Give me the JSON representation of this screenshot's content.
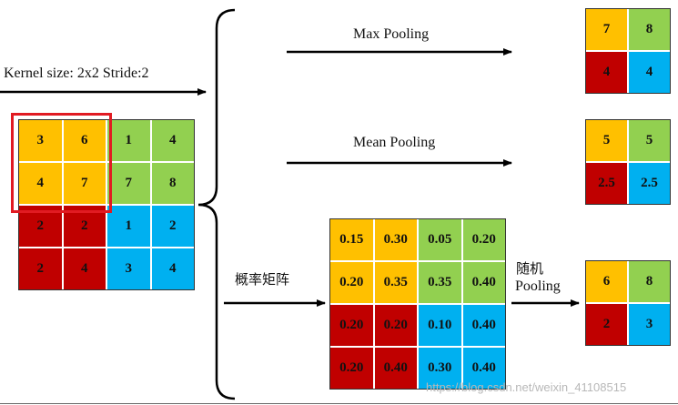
{
  "labels": {
    "kernel": "Kernel size: 2x2 Stride:2",
    "max_pooling": "Max Pooling",
    "mean_pooling": "Mean Pooling",
    "prob_matrix": "概率矩阵",
    "random_pooling_line1": "随机",
    "random_pooling_line2": "Pooling"
  },
  "colors": {
    "yellow": "#ffc000",
    "green": "#92d050",
    "red": "#c00000",
    "blue": "#00b0f0",
    "kernel_border": "#e11b22"
  },
  "input_matrix": [
    [
      {
        "v": "3",
        "c": "yellow"
      },
      {
        "v": "6",
        "c": "yellow"
      },
      {
        "v": "1",
        "c": "green"
      },
      {
        "v": "4",
        "c": "green"
      }
    ],
    [
      {
        "v": "4",
        "c": "yellow"
      },
      {
        "v": "7",
        "c": "yellow"
      },
      {
        "v": "7",
        "c": "green"
      },
      {
        "v": "8",
        "c": "green"
      }
    ],
    [
      {
        "v": "2",
        "c": "red"
      },
      {
        "v": "2",
        "c": "red"
      },
      {
        "v": "1",
        "c": "blue"
      },
      {
        "v": "2",
        "c": "blue"
      }
    ],
    [
      {
        "v": "2",
        "c": "red"
      },
      {
        "v": "4",
        "c": "red"
      },
      {
        "v": "3",
        "c": "blue"
      },
      {
        "v": "4",
        "c": "blue"
      }
    ]
  ],
  "prob_matrix": [
    [
      {
        "v": "0.15",
        "c": "yellow"
      },
      {
        "v": "0.30",
        "c": "yellow"
      },
      {
        "v": "0.05",
        "c": "green"
      },
      {
        "v": "0.20",
        "c": "green"
      }
    ],
    [
      {
        "v": "0.20",
        "c": "yellow"
      },
      {
        "v": "0.35",
        "c": "yellow"
      },
      {
        "v": "0.35",
        "c": "green"
      },
      {
        "v": "0.40",
        "c": "green"
      }
    ],
    [
      {
        "v": "0.20",
        "c": "red"
      },
      {
        "v": "0.20",
        "c": "red"
      },
      {
        "v": "0.10",
        "c": "blue"
      },
      {
        "v": "0.40",
        "c": "blue"
      }
    ],
    [
      {
        "v": "0.20",
        "c": "red"
      },
      {
        "v": "0.40",
        "c": "red"
      },
      {
        "v": "0.30",
        "c": "blue"
      },
      {
        "v": "0.40",
        "c": "blue"
      }
    ]
  ],
  "max_pool_output": [
    [
      {
        "v": "7",
        "c": "yellow"
      },
      {
        "v": "8",
        "c": "green"
      }
    ],
    [
      {
        "v": "4",
        "c": "red"
      },
      {
        "v": "4",
        "c": "blue"
      }
    ]
  ],
  "mean_pool_output": [
    [
      {
        "v": "5",
        "c": "yellow"
      },
      {
        "v": "5",
        "c": "green"
      }
    ],
    [
      {
        "v": "2.5",
        "c": "red"
      },
      {
        "v": "2.5",
        "c": "blue"
      }
    ]
  ],
  "random_pool_output": [
    [
      {
        "v": "6",
        "c": "yellow"
      },
      {
        "v": "8",
        "c": "green"
      }
    ],
    [
      {
        "v": "2",
        "c": "red"
      },
      {
        "v": "3",
        "c": "blue"
      }
    ]
  ],
  "watermark": "https://blog.csdn.net/weixin_41108515"
}
